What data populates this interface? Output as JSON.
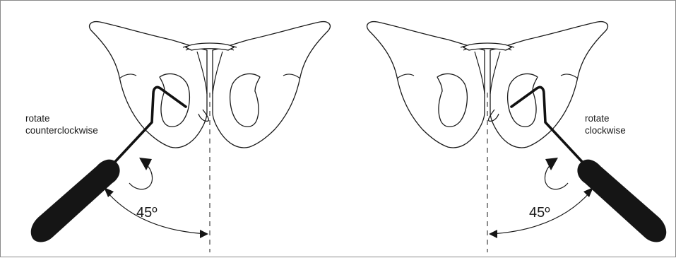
{
  "panels": [
    {
      "id": "left",
      "caption_lines": [
        "rotate",
        "counterclockwise"
      ],
      "angle_label": "45º",
      "rotation_icon": "counterclockwise-arrow-icon",
      "tool_icon": "screwdriver-hook-icon"
    },
    {
      "id": "right",
      "caption_lines": [
        "rotate",
        "clockwise"
      ],
      "angle_label": "45º",
      "rotation_icon": "clockwise-arrow-icon",
      "tool_icon": "screwdriver-hook-icon"
    }
  ],
  "colors": {
    "ink": "#1a1a1a",
    "tool": "#151515",
    "frame": "#8a8a8a"
  }
}
